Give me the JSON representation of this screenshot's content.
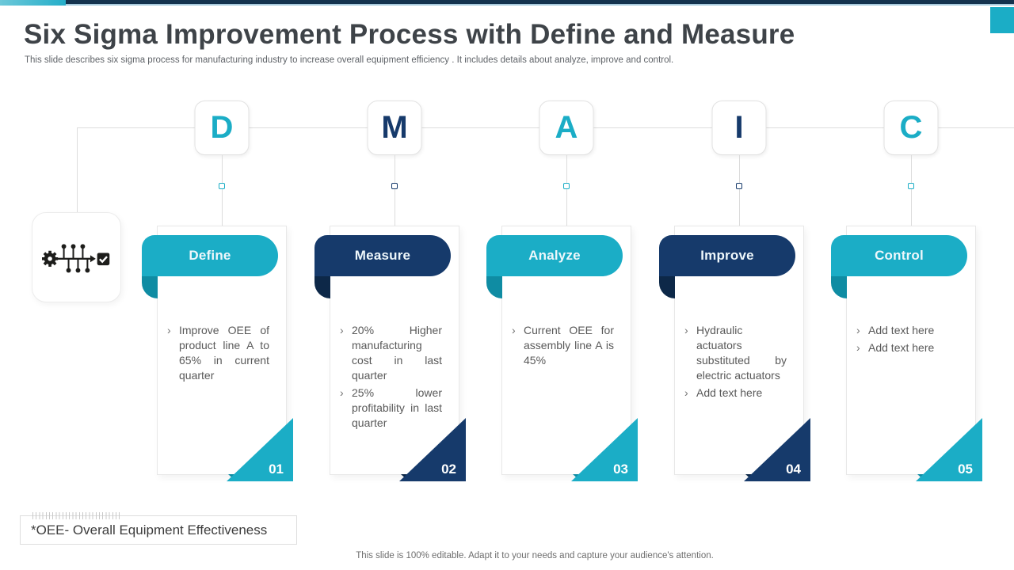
{
  "slide": {
    "title": "Six Sigma Improvement Process with Define and Measure",
    "subtitle": "This slide describes six sigma process for manufacturing industry to increase overall equipment efficiency . It includes details about analyze, improve and control.",
    "footnote": "*OEE- Overall Equipment Effectiveness",
    "footer": "This slide is 100% editable. Adapt it to your needs and capture your audience's attention."
  },
  "colors": {
    "teal": "#1badc6",
    "teal_dark": "#0f8ca3",
    "navy": "#163a6b",
    "navy_dark": "#0d2848",
    "title_text": "#3e4348",
    "body_text": "#595959",
    "connector_line": "#dcdcdc"
  },
  "icons": {
    "process": "fishbone-process-icon",
    "bullet": "chevron-bullet"
  },
  "stages": [
    {
      "letter": "D",
      "label": "Define",
      "number": "01",
      "color_key": "teal",
      "bullets": [
        "Improve OEE of product line A to 65% in current quarter"
      ]
    },
    {
      "letter": "M",
      "label": "Measure",
      "number": "02",
      "color_key": "navy",
      "bullets": [
        "20% Higher manufacturing cost in last quarter",
        "25% lower profitability in last quarter"
      ]
    },
    {
      "letter": "A",
      "label": "Analyze",
      "number": "03",
      "color_key": "teal",
      "bullets": [
        "Current OEE for assembly line A is 45%"
      ]
    },
    {
      "letter": "I",
      "label": "Improve",
      "number": "04",
      "color_key": "navy",
      "bullets": [
        "Hydraulic actuators substituted by electric actuators",
        "Add text here"
      ]
    },
    {
      "letter": "C",
      "label": "Control",
      "number": "05",
      "color_key": "teal",
      "bullets": [
        "Add text here",
        "Add text here"
      ]
    }
  ]
}
